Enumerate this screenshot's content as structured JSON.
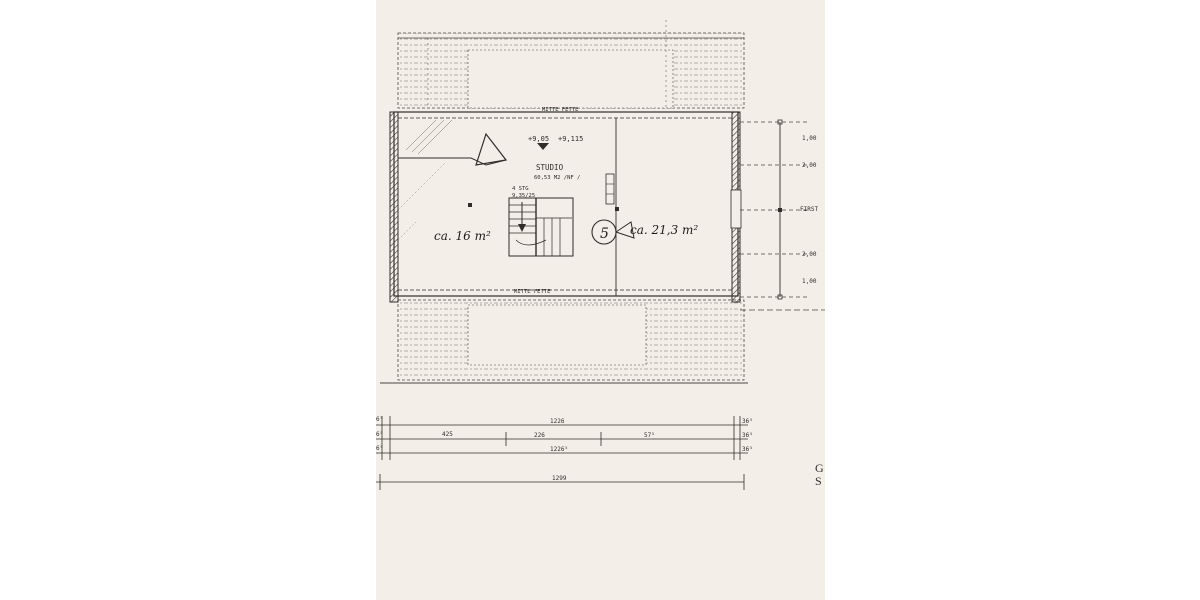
{
  "plan": {
    "room_name": "STUDIO",
    "room_area": "60,53 M2 /NF /",
    "ridge_label_top": "MITTE FETTE",
    "ridge_label_bottom": "MITTE FETTE",
    "level_marks": [
      "+9,05",
      "+9,115"
    ],
    "stairs_note": [
      "4 STG",
      "9,35/25"
    ],
    "handwritten_left": "ca. 16 m²",
    "handwritten_right": "ca. 21,3 m²",
    "handwritten_circle": "5",
    "side_labels": [
      "1,00",
      "2,00",
      "FIRST",
      "2,00",
      "1,00"
    ],
    "dims_row1": {
      "left": "6⁵",
      "mid": "1226",
      "right": "36⁵"
    },
    "dims_row2": {
      "left": "6⁵",
      "segments": [
        "425",
        "226",
        "57⁵"
      ],
      "right": "36⁵"
    },
    "dims_row3": {
      "left": "6⁵",
      "mid": "1226⁵",
      "right": "36⁵"
    },
    "dims_row4": {
      "mid": "1299"
    },
    "edge_letters": [
      "G",
      "S"
    ]
  }
}
